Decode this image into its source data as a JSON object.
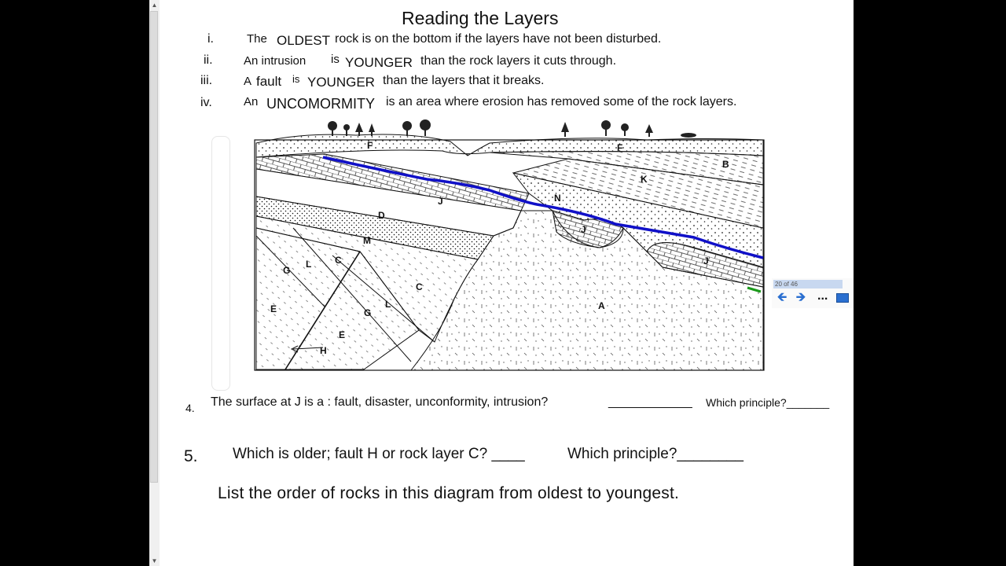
{
  "title": "Reading the Layers",
  "rules": [
    {
      "numeral": "i.",
      "a": "The",
      "b": "OLDEST",
      "c": "rock is on the bottom if the layers have not been disturbed."
    },
    {
      "numeral": "ii.",
      "a": "An intrusion",
      "b": "is",
      "c": "YOUNGER",
      "d": "than the rock layers it cuts through."
    },
    {
      "numeral": "iii.",
      "a": "A",
      "b": "fault",
      "c": "is",
      "d": "YOUNGER",
      "e": "than the layers that it breaks."
    },
    {
      "numeral": "iv.",
      "a": "An",
      "b": "UNCOMORMITY",
      "c": "is an area where erosion has removed some of the rock layers."
    }
  ],
  "diagram_labels": [
    "F",
    "F",
    "B",
    "K",
    "N",
    "J",
    "J",
    "J",
    "D",
    "M",
    "L",
    "C",
    "G",
    "C",
    "L",
    "G",
    "E",
    "E",
    "H",
    "A"
  ],
  "question4": {
    "number": "4.",
    "text": "The surface at J is a : fault, disaster, unconformity, intrusion?",
    "blank": "____________",
    "principle": "Which principle?_______"
  },
  "question5": {
    "number": "5.",
    "text": "Which is older; fault H or rock layer C? ____",
    "principle": "Which principle?________"
  },
  "instruction": "List the order of rocks in this diagram from oldest to youngest.",
  "slide_nav": {
    "page_label": "20 of 46",
    "back": "🡸",
    "forward": "🡺",
    "more": "..."
  },
  "colors": {
    "unconformity_line": "#1010c8",
    "accent_green": "#1a9a1a",
    "nav_blue": "#2a6fd0"
  }
}
